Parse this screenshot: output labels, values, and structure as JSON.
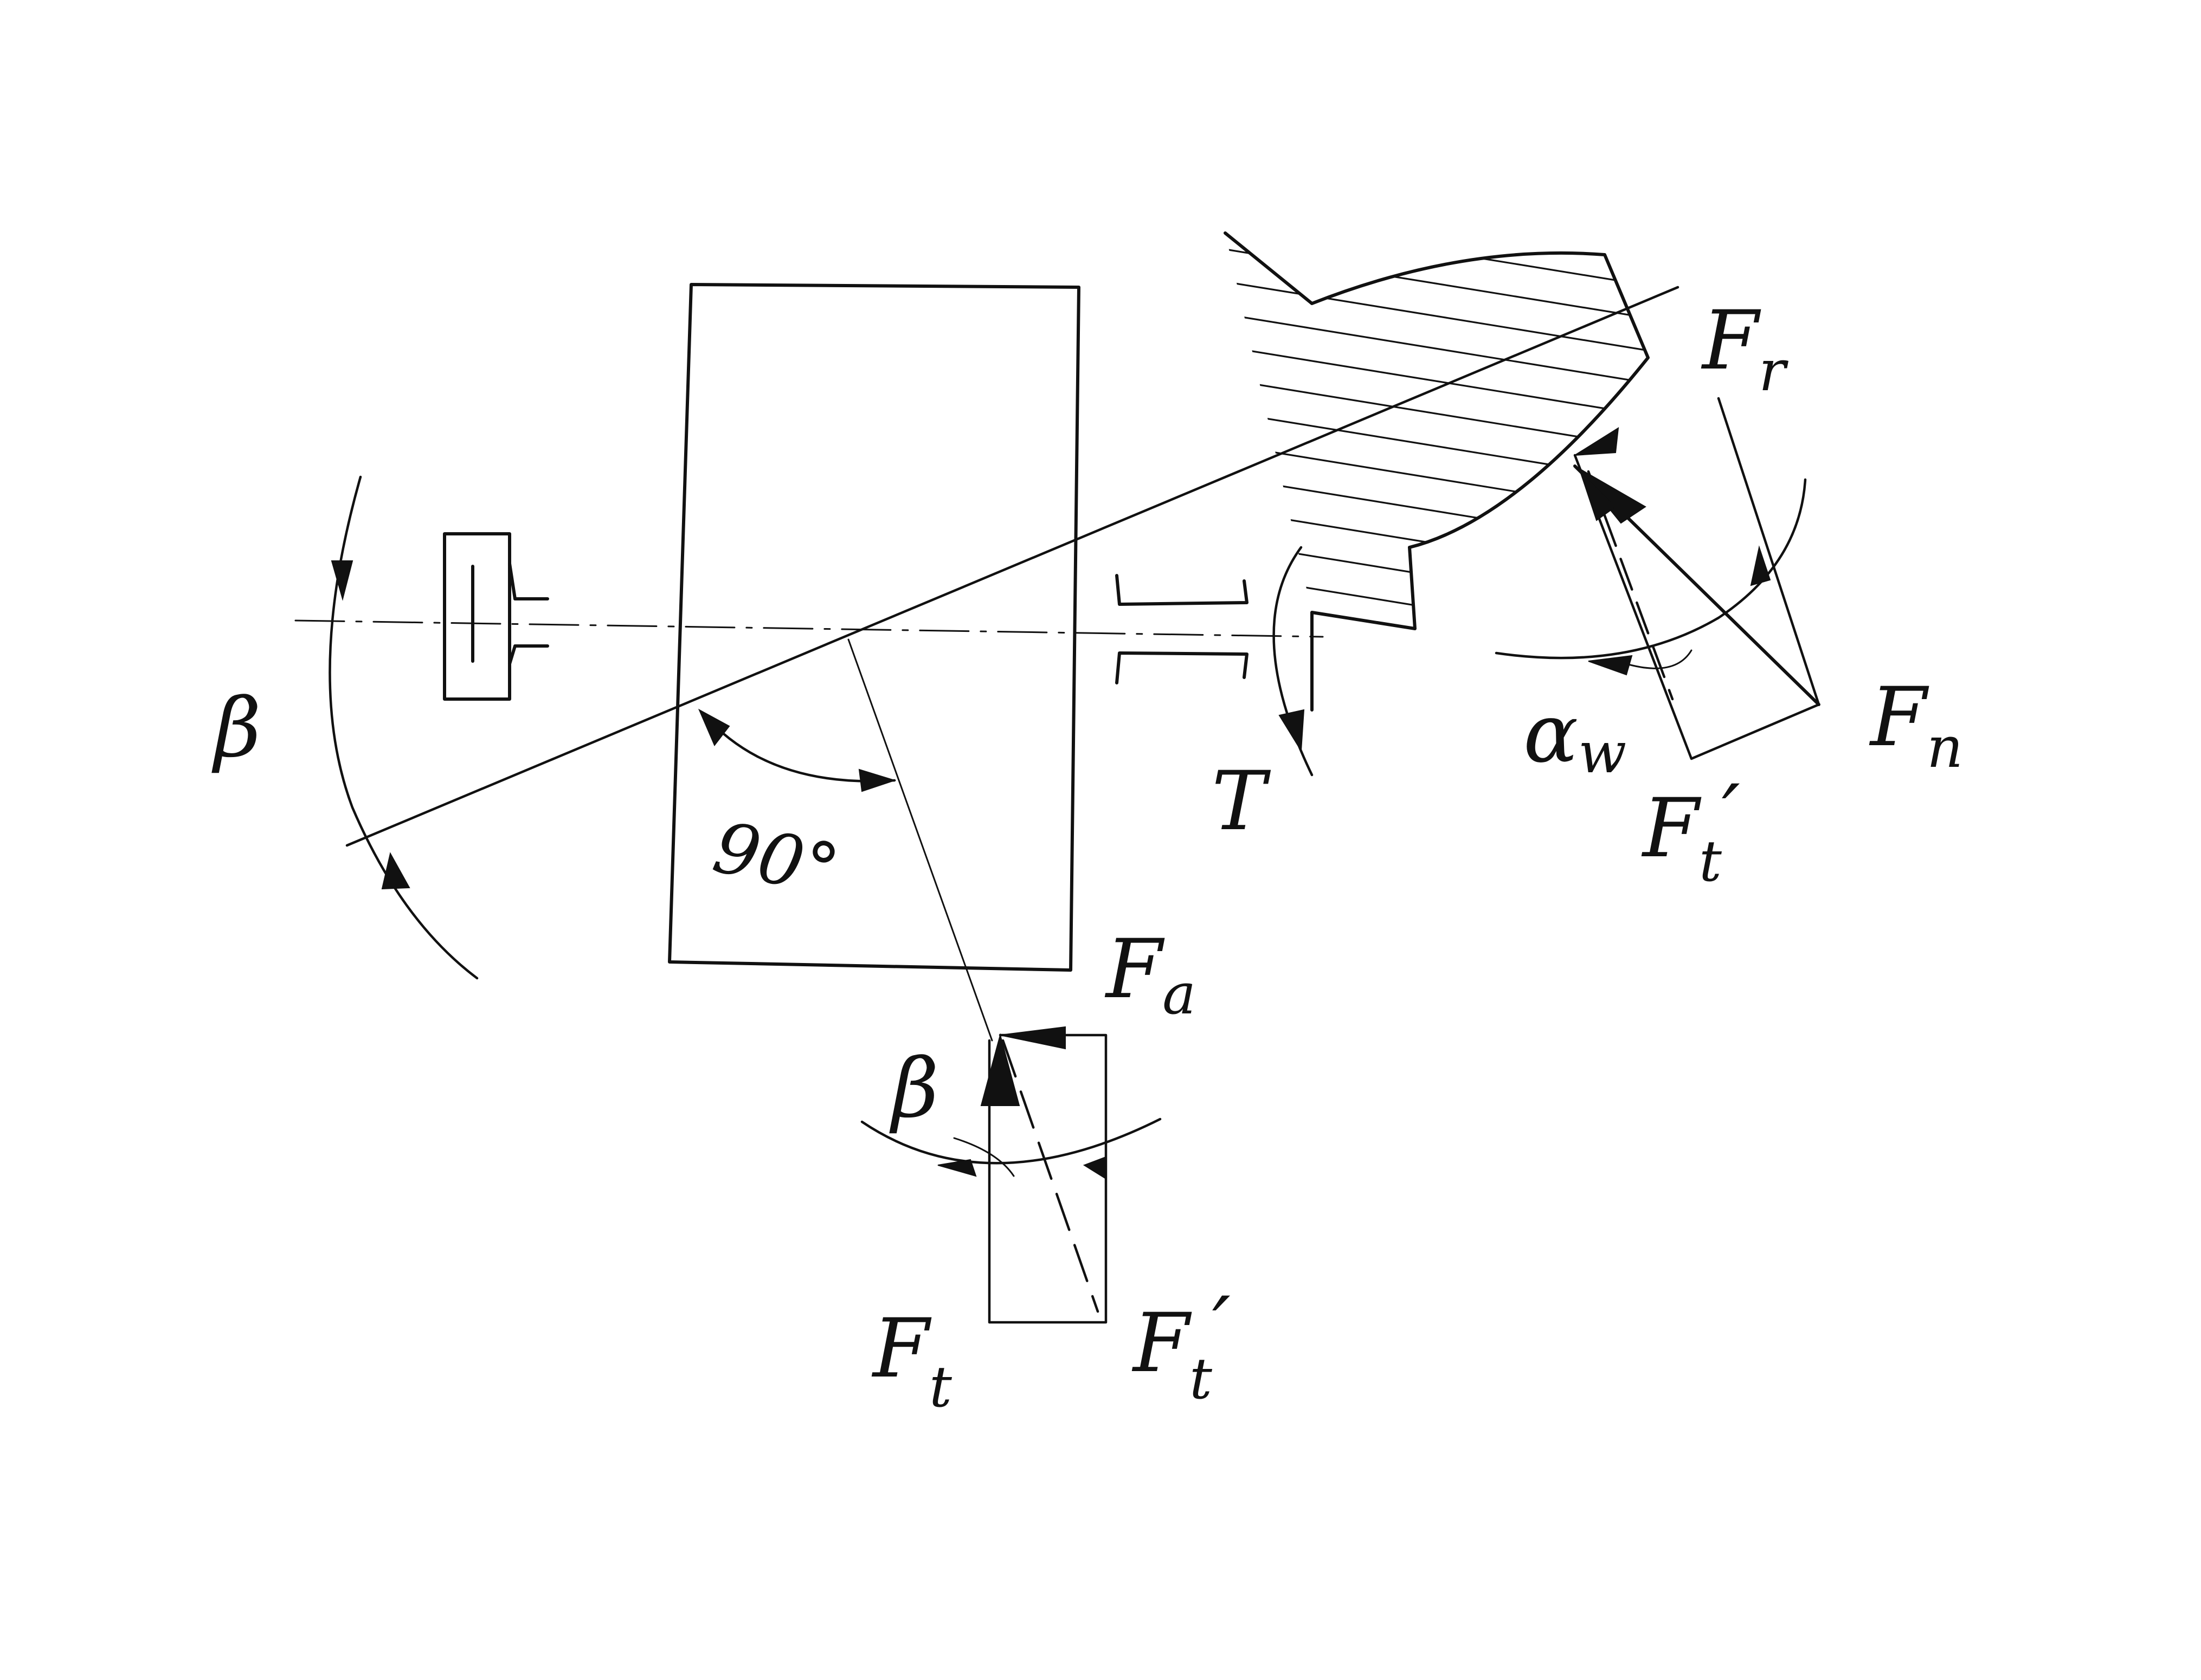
{
  "labels": {
    "beta_left": "β",
    "angle_90": "90°",
    "torque": "T",
    "Fr": {
      "main": "F",
      "sub": "r"
    },
    "Fn": {
      "main": "F",
      "sub": "n"
    },
    "Ft_prime_right": {
      "main": "F",
      "sub": "t",
      "prime": "′"
    },
    "alpha_w": {
      "main": "α",
      "sub": "w"
    },
    "Fa": {
      "main": "F",
      "sub": "a"
    },
    "beta_bottom": "β",
    "Ft_bottom": {
      "main": "F",
      "sub": "t"
    },
    "Ft_prime_bottom": {
      "main": "F",
      "sub": "t",
      "prime": "′"
    }
  },
  "colors": {
    "ink": "#111111",
    "paper": "#ffffff"
  }
}
